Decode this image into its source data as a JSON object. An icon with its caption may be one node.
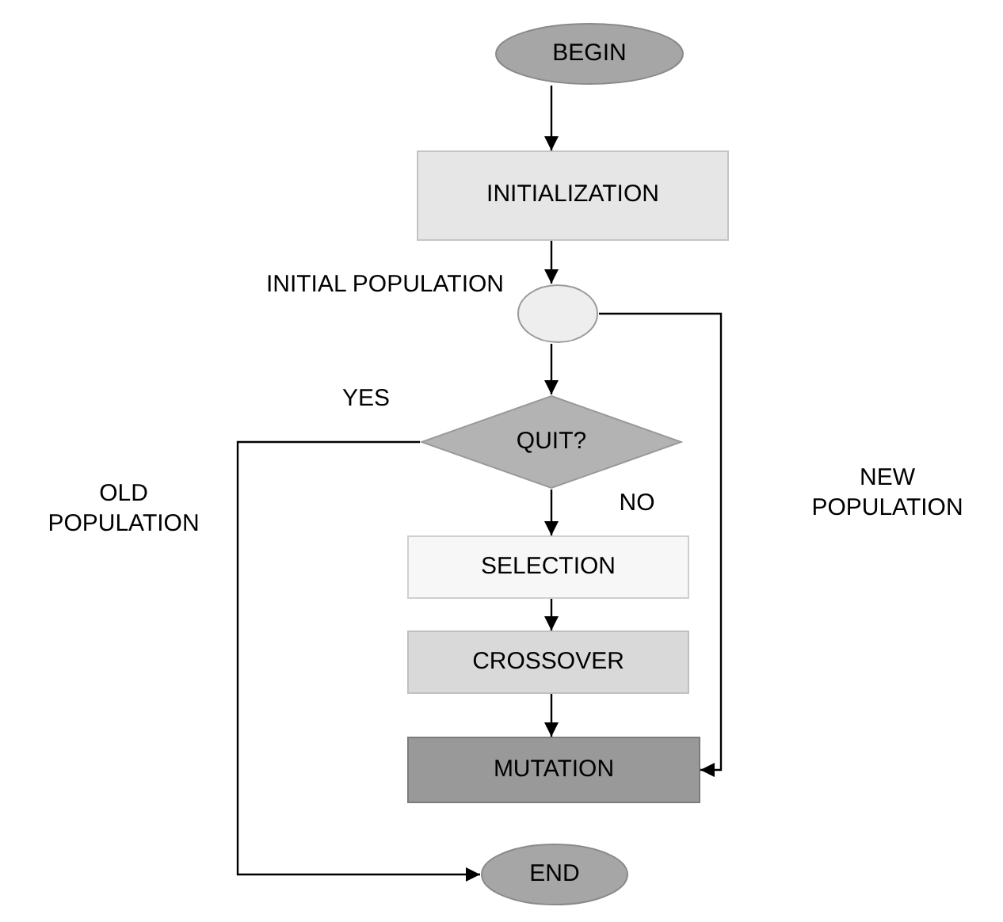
{
  "diagram": {
    "nodes": [
      {
        "text": [
          "BEGIN"
        ]
      },
      {
        "text": [
          "INITIALIZATION"
        ]
      },
      {
        "text": [],
        "shape": "circle",
        "beside": [
          "INITIAL POPULATION"
        ]
      },
      {
        "text": [
          "QUIT?"
        ]
      },
      {
        "text": [
          "SELECTION"
        ]
      },
      {
        "text": [
          "CROSSOVER"
        ]
      },
      {
        "text": [
          "MUTATION"
        ]
      },
      {
        "text": [
          "END"
        ]
      }
    ],
    "edges": [
      {
        "from": 0,
        "to": 1,
        "arrow": "to"
      },
      {
        "from": 1,
        "to": 2,
        "arrow": "to"
      },
      {
        "from": 2,
        "to": 3,
        "arrow": "to"
      },
      {
        "from": 3,
        "to": 4,
        "arrow": "to",
        "label": "NO"
      },
      {
        "from": 4,
        "to": 5,
        "arrow": "to"
      },
      {
        "from": 5,
        "to": 6,
        "arrow": "to"
      },
      {
        "from": 2,
        "to": 6,
        "arrow": "to",
        "label": "NEW POPULATION"
      },
      {
        "from": 3,
        "to": 7,
        "arrow": "to",
        "label": "YES"
      }
    ],
    "labels": [
      "OLD POPULATION"
    ]
  }
}
